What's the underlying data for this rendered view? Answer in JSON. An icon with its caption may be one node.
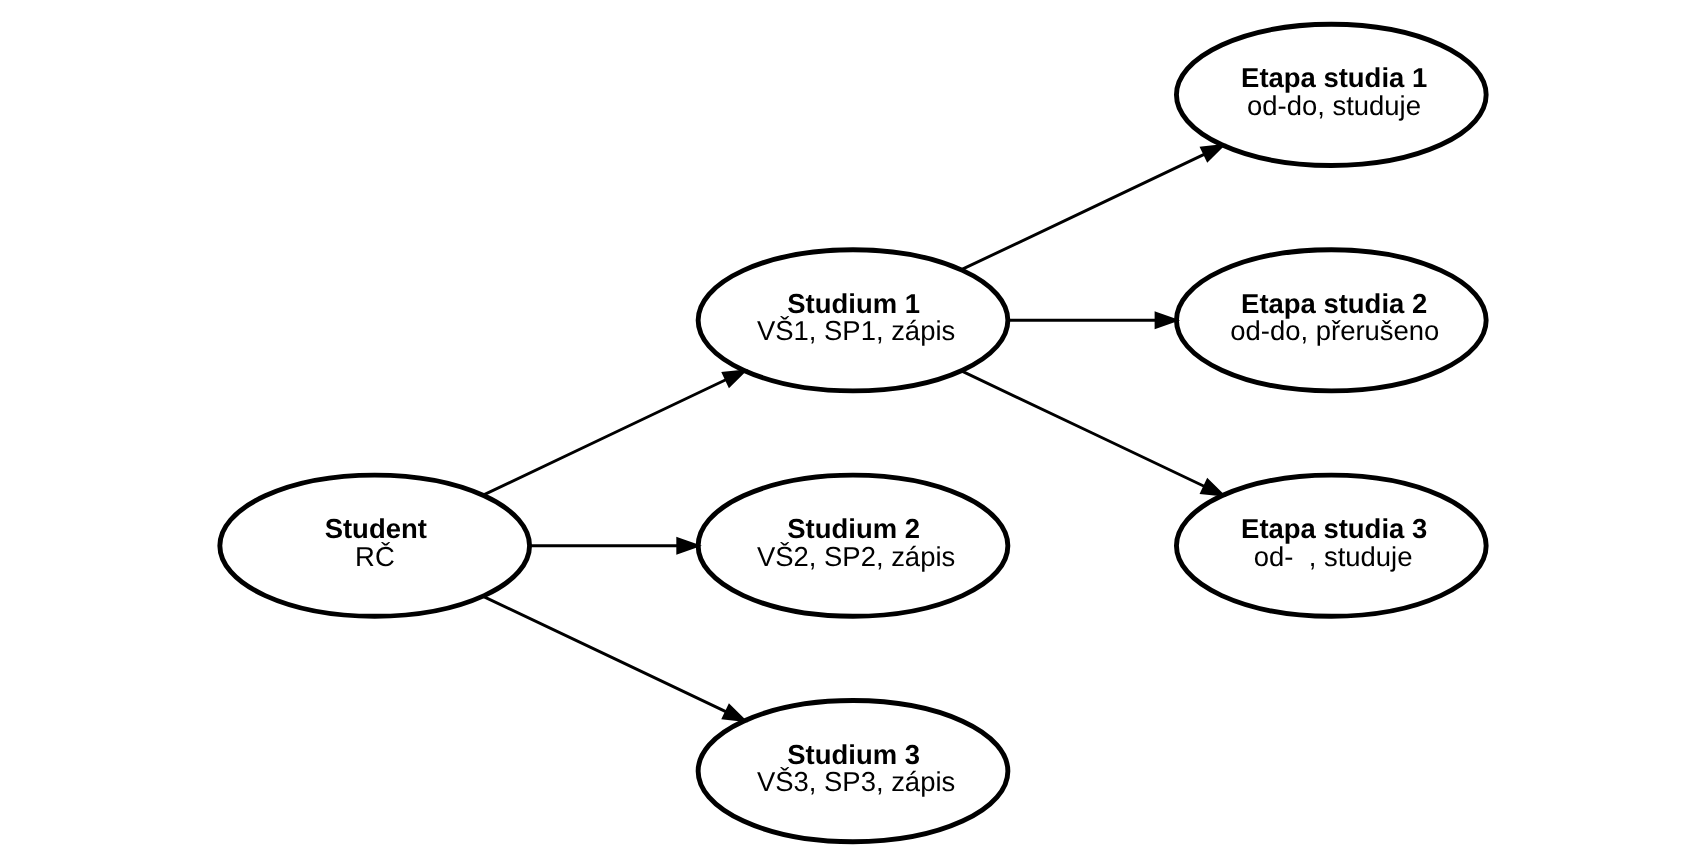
{
  "diagram": {
    "nodes": [
      {
        "text": [
          "Student",
          "RČ"
        ]
      },
      {
        "text": [
          "Studium 1",
          "VŠ1, SP1, zápis"
        ]
      },
      {
        "text": [
          "Studium 2",
          "VŠ2, SP2, zápis"
        ]
      },
      {
        "text": [
          "Studium 3",
          "VŠ3, SP3, zápis"
        ]
      },
      {
        "text": [
          "Etapa studia 1",
          "od-do, studuje"
        ]
      },
      {
        "text": [
          "Etapa studia 2",
          "od-do, přerušeno"
        ]
      },
      {
        "text": [
          "Etapa studia 3",
          "od-  , studuje"
        ]
      }
    ],
    "edges": [
      {
        "from": 0,
        "to": 1,
        "arrow": "to"
      },
      {
        "from": 0,
        "to": 2,
        "arrow": "to"
      },
      {
        "from": 0,
        "to": 3,
        "arrow": "to"
      },
      {
        "from": 1,
        "to": 4,
        "arrow": "to"
      },
      {
        "from": 1,
        "to": 5,
        "arrow": "to"
      },
      {
        "from": 1,
        "to": 6,
        "arrow": "to"
      }
    ]
  }
}
